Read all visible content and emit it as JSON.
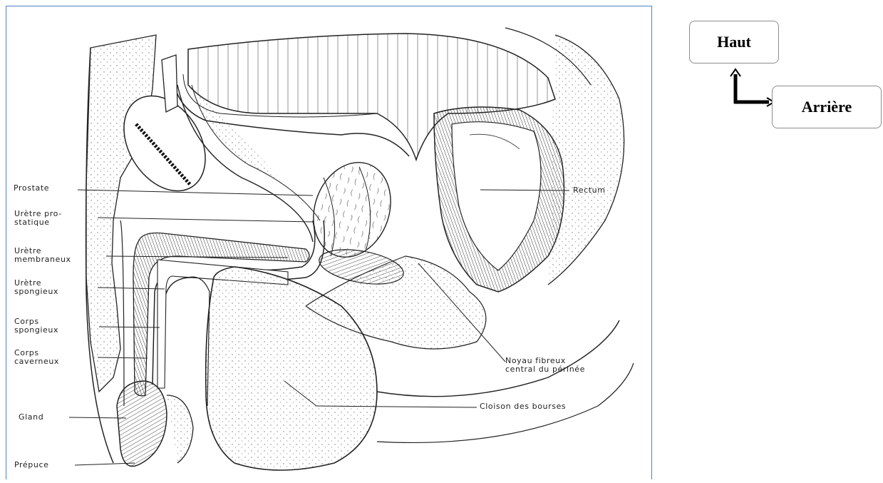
{
  "figure": {
    "labels": {
      "prostate": "Prostate",
      "uretre_prostatique_1": "Urètre pro-",
      "uretre_prostatique_2": "statique",
      "uretre_membraneux_1": "Urètre",
      "uretre_membraneux_2": "membraneux",
      "uretre_spongieux_1": "Urètre",
      "uretre_spongieux_2": "spongieux",
      "corps_spongieux_1": "Corps",
      "corps_spongieux_2": "spongieux",
      "corps_caverneux_1": "Corps",
      "corps_caverneux_2": "caverneux",
      "gland": "Gland",
      "prepuce": "Prépuce",
      "rectum": "Rectum",
      "noyau_1": "Noyau fibreux",
      "noyau_2": "central du périnée",
      "cloison": "Cloison des bourses"
    }
  },
  "orientation": {
    "up_label": "Haut",
    "back_label": "Arrière"
  }
}
